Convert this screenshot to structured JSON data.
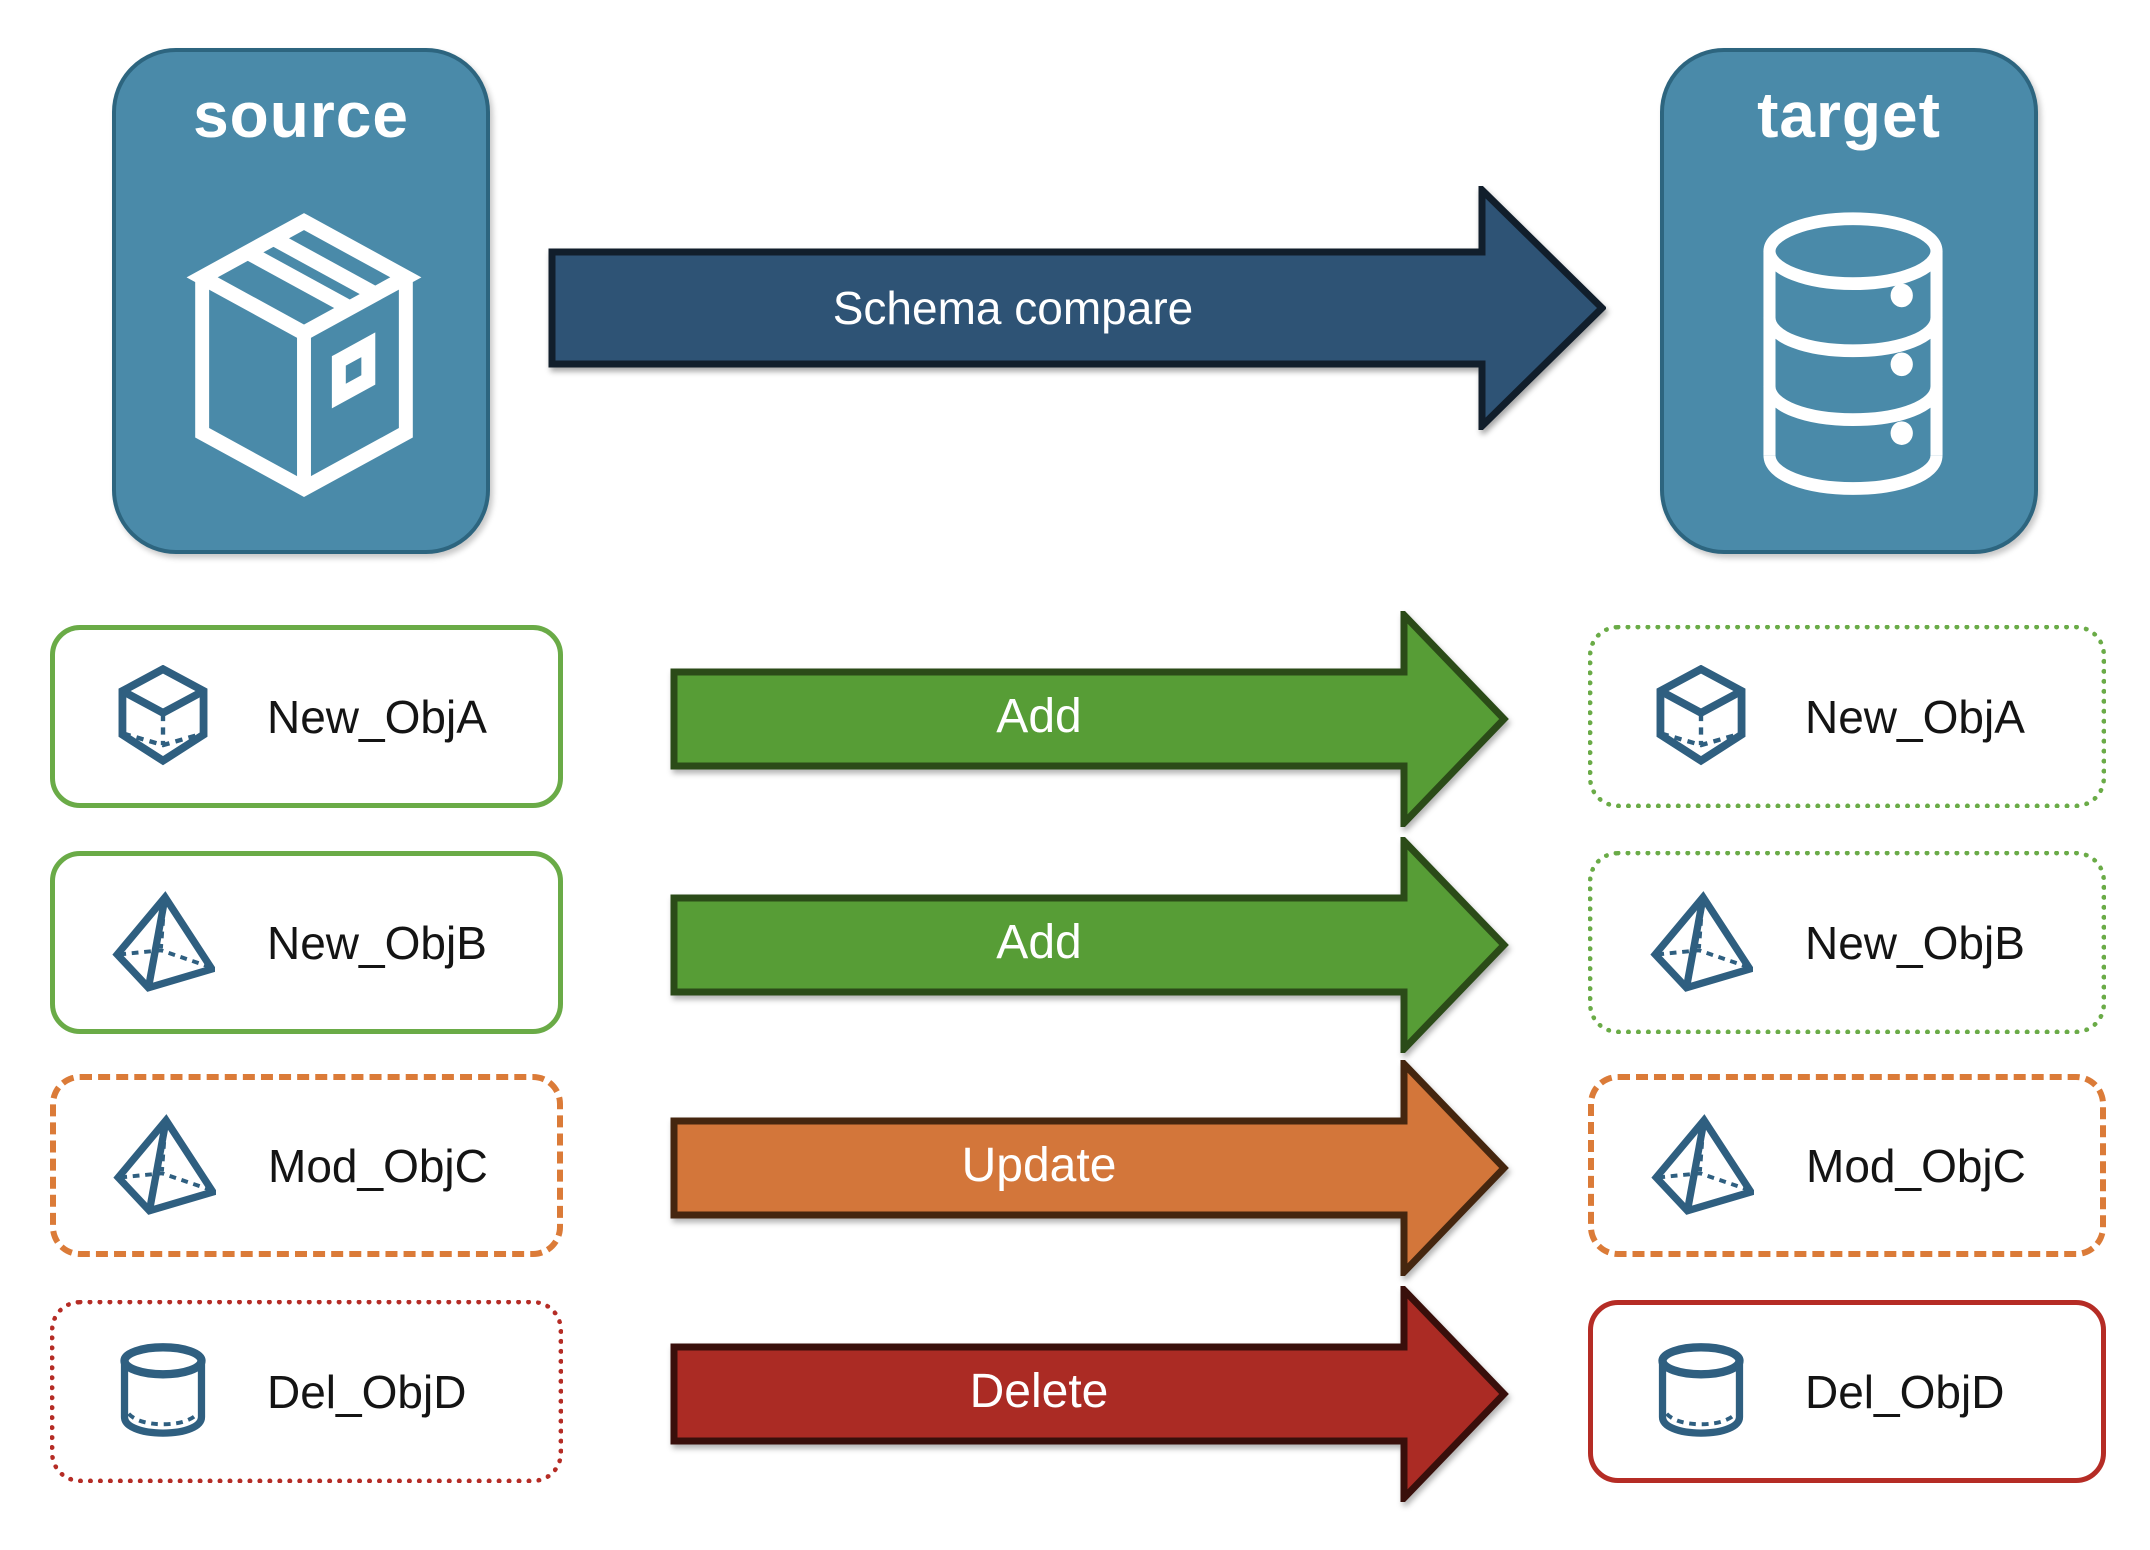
{
  "header": {
    "source_label": "source",
    "target_label": "target",
    "compare_label": "Schema compare"
  },
  "themes": {
    "node": {
      "fill": "#4A8AA9",
      "border": "#2D657F",
      "text": "#FFFFFF"
    },
    "compare": {
      "fill": "#2E5375",
      "stroke": "#111E2B"
    },
    "add": {
      "fill": "#579D36",
      "stroke": "#2B4B18",
      "border": "#6AAB47"
    },
    "update": {
      "fill": "#D3763A",
      "stroke": "#45260F",
      "border": "#DB7B38"
    },
    "delete": {
      "fill": "#AB2B24",
      "stroke": "#390F0B",
      "border": "#B52C25"
    },
    "icon": {
      "color": "#2F5F80"
    }
  },
  "rows": [
    {
      "source": {
        "label": "New_ObjA",
        "icon": "cube-icon",
        "border": "solid-green"
      },
      "action": {
        "label": "Add",
        "theme": "add"
      },
      "target": {
        "label": "New_ObjA",
        "icon": "cube-icon",
        "border": "dotted-green"
      }
    },
    {
      "source": {
        "label": "New_ObjB",
        "icon": "pyramid-icon",
        "border": "solid-green"
      },
      "action": {
        "label": "Add",
        "theme": "add"
      },
      "target": {
        "label": "New_ObjB",
        "icon": "pyramid-icon",
        "border": "dotted-green"
      }
    },
    {
      "source": {
        "label": "Mod_ObjC",
        "icon": "pyramid-icon",
        "border": "dashed-orange"
      },
      "action": {
        "label": "Update",
        "theme": "update"
      },
      "target": {
        "label": "Mod_ObjC",
        "icon": "pyramid-icon",
        "border": "dashed-orange"
      }
    },
    {
      "source": {
        "label": "Del_ObjD",
        "icon": "cylinder-icon",
        "border": "dotted-red"
      },
      "action": {
        "label": "Delete",
        "theme": "delete"
      },
      "target": {
        "label": "Del_ObjD",
        "icon": "cylinder-icon",
        "border": "solid-red"
      }
    }
  ]
}
